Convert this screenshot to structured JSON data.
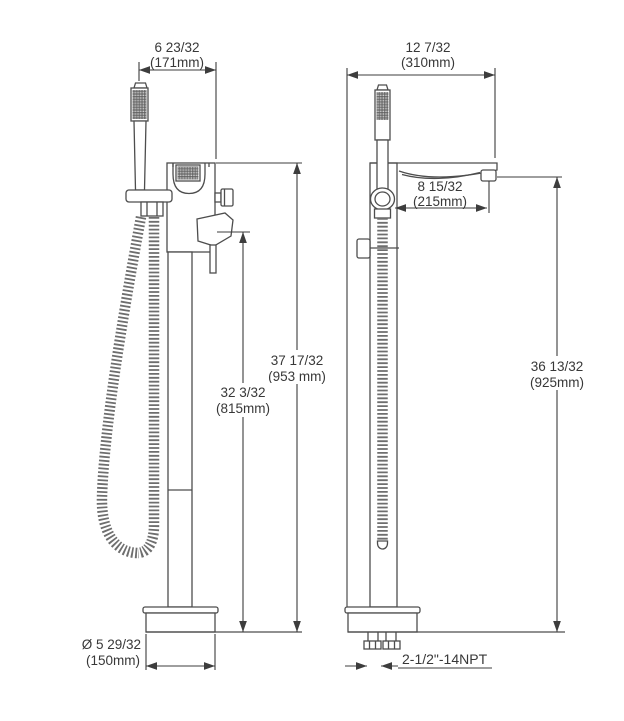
{
  "drawing": {
    "front_view": {
      "width_dim": {
        "in": "6 23/32",
        "mm": "(171mm)"
      },
      "total_height_dim": {
        "in": "37 17/32",
        "mm": "(953 mm)"
      },
      "handle_height_dim": {
        "in": "32 3/32",
        "mm": "(815mm)"
      },
      "base_diameter_dim": {
        "in": "Ø 5 29/32",
        "mm": "(150mm)"
      }
    },
    "side_view": {
      "depth_dim": {
        "in": "12 7/32",
        "mm": "(310mm)"
      },
      "spout_reach_dim": {
        "in": "8 15/32",
        "mm": "(215mm)"
      },
      "spout_height_dim": {
        "in": "36 13/32",
        "mm": "(925mm)"
      },
      "inlet_thread": "2-1/2\"-14NPT"
    },
    "line_color": "#4d4d4d",
    "text_color": "#383838"
  }
}
